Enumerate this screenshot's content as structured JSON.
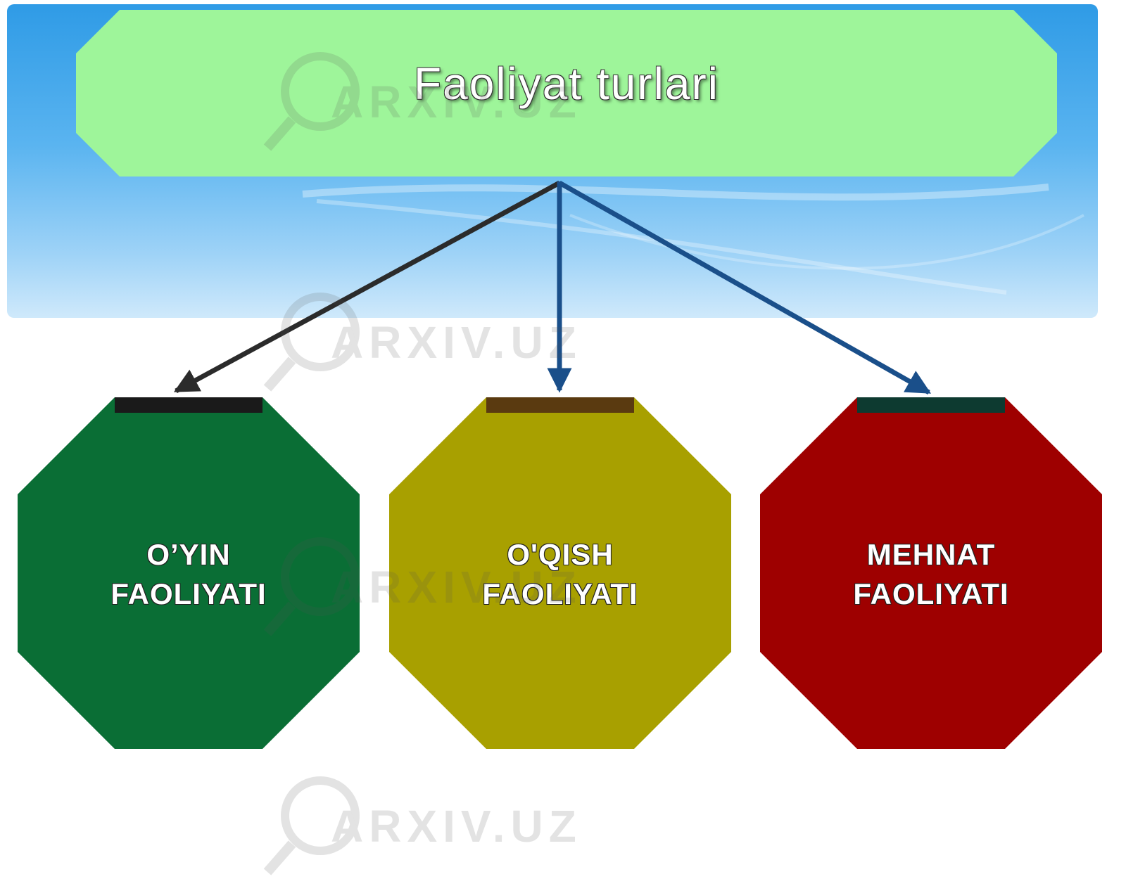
{
  "title": "Faoliyat turlari",
  "branches": [
    {
      "line1": "O’YIN",
      "line2": "FAOLIYATI",
      "color": "#0a6e35",
      "cap": "#1a1a1a",
      "arrow": "#2b2b2b"
    },
    {
      "line1": "O'QISH",
      "line2": "FAOLIYATI",
      "color": "#a8a000",
      "cap": "#5a3a10",
      "arrow": "#1a4f8a"
    },
    {
      "line1": "MEHNAT",
      "line2": "FAOLIYATI",
      "color": "#9e0000",
      "cap": "#0d3a30",
      "arrow": "#1a4f8a"
    }
  ],
  "watermark": "ARXIV.UZ",
  "colors": {
    "sky": "#5ab4f0",
    "title_box": "#9ef59a"
  }
}
